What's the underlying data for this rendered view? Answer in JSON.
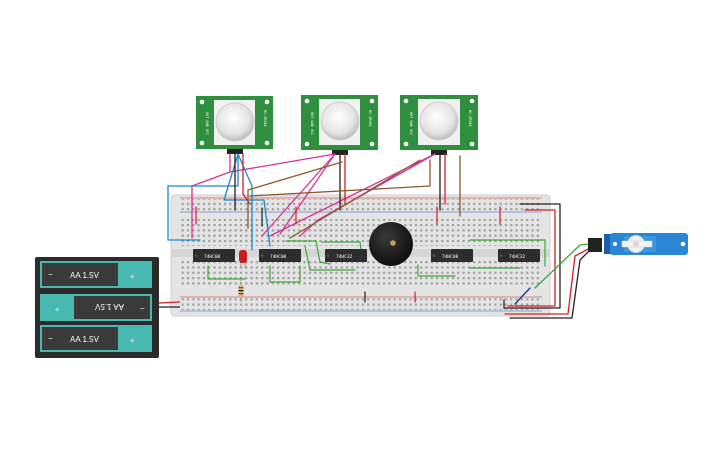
{
  "battery": {
    "cells": [
      {
        "label": "AA 1.5V",
        "minus": "−",
        "plus": "+"
      },
      {
        "label": "AA 1.5V",
        "minus": "−",
        "plus": "+"
      },
      {
        "label": "AA 1.5V",
        "minus": "−",
        "plus": "+"
      }
    ]
  },
  "chips": [
    {
      "label": "74HC08"
    },
    {
      "label": "74HC08"
    },
    {
      "label": "74HC32"
    },
    {
      "label": "74HC08"
    },
    {
      "label": "74HC32"
    }
  ],
  "pir_sensors": [
    {
      "side_text": "HC-SR501",
      "pin_text": "OUT GND VCC"
    },
    {
      "side_text": "HC-SR501",
      "pin_text": "OUT GND VCC"
    },
    {
      "side_text": "HC-SR501",
      "pin_text": "OUT GND VCC"
    }
  ],
  "colors": {
    "breadboard": "#e6e6e6",
    "pcb_green": "#2f8f3e",
    "battery_teal": "#47b9b1",
    "battery_body": "#2b2b2b",
    "servo_blue": "#2a86d4",
    "wire_magenta": "#d6339a",
    "wire_blue": "#1a8bc9",
    "wire_brown": "#8a5a2b",
    "wire_green": "#3aa83a",
    "wire_red": "#d62020",
    "wire_black": "#222222"
  },
  "icons": [
    "battery-icon",
    "pir-sensor-icon",
    "buzzer-icon",
    "servo-icon",
    "led-icon",
    "resistor-icon",
    "ic-chip-icon"
  ]
}
